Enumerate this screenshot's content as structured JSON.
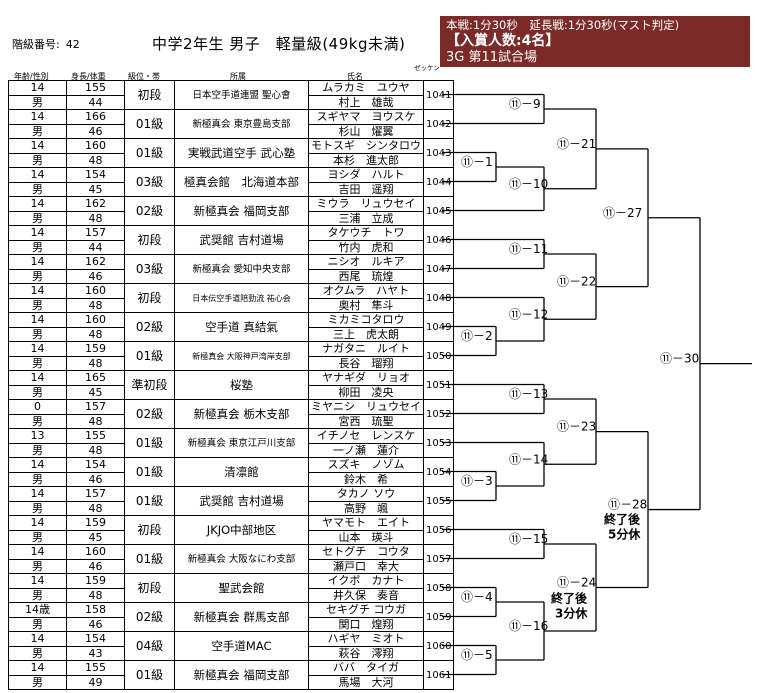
{
  "header": {
    "class_no_label": "階級番号:",
    "class_no_value": "42",
    "division": "中学2年生 男子　軽量級(49kg未満)",
    "info_line1": "本戦:1分30秒　延長戦:1分30秒(マスト判定)",
    "info_line2": "【入賞人数:4名】",
    "info_line3": "3G 第11試合場"
  },
  "columns": {
    "age_gender": "年齢/性別",
    "height_weight": "身長/体重",
    "rank": "級位・帯",
    "affiliation": "所属",
    "name": "氏名",
    "zekken": "ゼッケン"
  },
  "competitors": [
    {
      "age": "14",
      "gender": "男",
      "height": "155",
      "weight": "44",
      "rank": "初段",
      "aff": "日本空手道連盟 聖心會",
      "kana": "ムラカミ　ユウヤ",
      "name": "村上　雄哉",
      "num": "1041"
    },
    {
      "age": "14",
      "gender": "男",
      "height": "166",
      "weight": "46",
      "rank": "01級",
      "aff": "新極真会 東京豊島支部",
      "kana": "スギヤマ　ヨウスケ",
      "name": "杉山　燿翼",
      "num": "1042"
    },
    {
      "age": "14",
      "gender": "男",
      "height": "160",
      "weight": "48",
      "rank": "01級",
      "aff": "実戦武道空手 武心塾",
      "kana": "モトスギ　シンタロウ",
      "name": "本杉　進太郎",
      "num": "1043"
    },
    {
      "age": "14",
      "gender": "男",
      "height": "154",
      "weight": "45",
      "rank": "03級",
      "aff": "極真会館　北海道本部",
      "kana": "ヨシダ　ハルト",
      "name": "吉田　遥翔",
      "num": "1044"
    },
    {
      "age": "14",
      "gender": "男",
      "height": "162",
      "weight": "48",
      "rank": "02級",
      "aff": "新極真会 福岡支部",
      "kana": "ミウラ　リュウセイ",
      "name": "三浦　立成",
      "num": "1045"
    },
    {
      "age": "14",
      "gender": "男",
      "height": "157",
      "weight": "44",
      "rank": "初段",
      "aff": "武奨館 吉村道場",
      "kana": "タケウチ　トワ",
      "name": "竹内　虎和",
      "num": "1046"
    },
    {
      "age": "14",
      "gender": "男",
      "height": "162",
      "weight": "46",
      "rank": "03級",
      "aff": "新極真会 愛知中央支部",
      "kana": "ニシオ　ルキア",
      "name": "西尾　琉煌",
      "num": "1047"
    },
    {
      "age": "14",
      "gender": "男",
      "height": "160",
      "weight": "48",
      "rank": "初段",
      "aff": "日本伝空手道陪勁流 祐心会",
      "kana": "オクムラ　ハヤト",
      "name": "奥村　隼斗",
      "num": "1048"
    },
    {
      "age": "14",
      "gender": "男",
      "height": "160",
      "weight": "48",
      "rank": "02級",
      "aff": "空手道 真結氣",
      "kana": "ミカミコタロウ",
      "name": "三上　虎太朗",
      "num": "1049"
    },
    {
      "age": "14",
      "gender": "男",
      "height": "159",
      "weight": "48",
      "rank": "01級",
      "aff": "新極真会 大阪神戸湾岸支部",
      "kana": "ナガタニ　ルイト",
      "name": "長谷　瑠翔",
      "num": "1050"
    },
    {
      "age": "14",
      "gender": "男",
      "height": "165",
      "weight": "45",
      "rank": "準初段",
      "aff": "桜塾",
      "kana": "ヤナギダ　リョオ",
      "name": "柳田　凌央",
      "num": "1051"
    },
    {
      "age": "0",
      "gender": "男",
      "height": "157",
      "weight": "48",
      "rank": "02級",
      "aff": "新極真会 栃木支部",
      "kana": "ミヤニシ　リュウセイ",
      "name": "宮西　琉聖",
      "num": "1052"
    },
    {
      "age": "13",
      "gender": "男",
      "height": "155",
      "weight": "48",
      "rank": "01級",
      "aff": "新極真会 東京江戸川支部",
      "kana": "イチノセ　レンスケ",
      "name": "一ノ瀬　蓮介",
      "num": "1053"
    },
    {
      "age": "14",
      "gender": "男",
      "height": "154",
      "weight": "46",
      "rank": "01級",
      "aff": "清凛館",
      "kana": "スズキ　ノゾム",
      "name": "鈴木　希",
      "num": "1054"
    },
    {
      "age": "14",
      "gender": "男",
      "height": "157",
      "weight": "48",
      "rank": "01級",
      "aff": "武奨館 吉村道場",
      "kana": "タカノ ソウ",
      "name": "高野　颯",
      "num": "1055"
    },
    {
      "age": "14",
      "gender": "男",
      "height": "159",
      "weight": "45",
      "rank": "初段",
      "aff": "JKJO中部地区",
      "kana": "ヤマモト　エイト",
      "name": "山本　瑛斗",
      "num": "1056"
    },
    {
      "age": "14",
      "gender": "男",
      "height": "160",
      "weight": "46",
      "rank": "01級",
      "aff": "新極真会 大阪なにわ支部",
      "kana": "セトグチ　コウタ",
      "name": "瀬戸口　幸大",
      "num": "1057"
    },
    {
      "age": "14",
      "gender": "男",
      "height": "159",
      "weight": "48",
      "rank": "初段",
      "aff": "聖武会館",
      "kana": "イクボ　カナト",
      "name": "井久保　奏音",
      "num": "1058"
    },
    {
      "age": "14歳",
      "gender": "男",
      "height": "158",
      "weight": "46",
      "rank": "02級",
      "aff": "新極真会 群馬支部",
      "kana": "セキグチ コウガ",
      "name": "関口　煌翔",
      "num": "1059"
    },
    {
      "age": "14",
      "gender": "男",
      "height": "154",
      "weight": "43",
      "rank": "04級",
      "aff": "空手道MAC",
      "kana": "ハギヤ　ミオト",
      "name": "萩谷　澪翔",
      "num": "1060"
    },
    {
      "age": "14",
      "gender": "男",
      "height": "155",
      "weight": "49",
      "rank": "01級",
      "aff": "新極真会 福岡支部",
      "kana": "ババ　タイガ",
      "name": "馬場　大河",
      "num": "1061"
    }
  ],
  "matches": {
    "m1": "⑪－1",
    "m2": "⑪－2",
    "m3": "⑪－3",
    "m4": "⑪－4",
    "m5": "⑪－5",
    "m9": "⑪－9",
    "m10": "⑪－10",
    "m11": "⑪－11",
    "m12": "⑪－12",
    "m13": "⑪－13",
    "m14": "⑪－14",
    "m15": "⑪－15",
    "m16": "⑪－16",
    "m21": "⑪－21",
    "m22": "⑪－22",
    "m23": "⑪－23",
    "m24": "⑪－24",
    "m27": "⑪－27",
    "m28": "⑪－28",
    "m30": "⑪－30"
  },
  "notes": {
    "after28_a": "終了後",
    "after28_b": "5分休",
    "after24_a": "終了後",
    "after24_b": "3分休"
  }
}
